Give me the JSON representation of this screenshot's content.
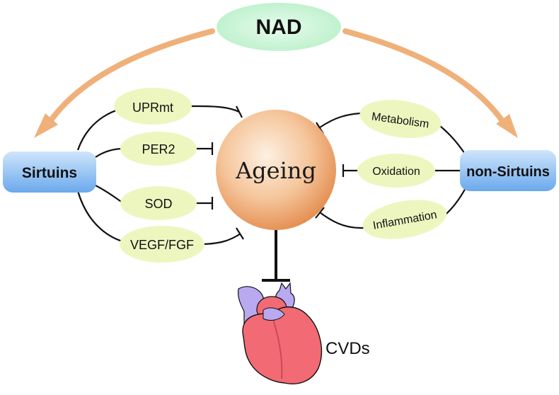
{
  "nodes": {
    "nad": "NAD",
    "sirtuins": "Sirtuins",
    "non_sirtuins": "non-Sirtuins",
    "ageing": "Ageing",
    "cvds": "CVDs"
  },
  "sirtuin_targets": [
    "UPRmt",
    "PER2",
    "SOD",
    "VEGF/FGF"
  ],
  "non_sirtuin_targets": [
    "Metabolism",
    "Oxidation",
    "Inflammation"
  ],
  "colors": {
    "nad_fill": "#c9f5d7",
    "pill_fill": "#7fb8f0",
    "target_fill": "#eef6c0",
    "ageing_center": "#fbe3cc",
    "ageing_edge": "#e79a5d",
    "arrow": "#f0b07a",
    "heart_body": "#f26a73",
    "heart_vessel": "#b9a9f0"
  }
}
